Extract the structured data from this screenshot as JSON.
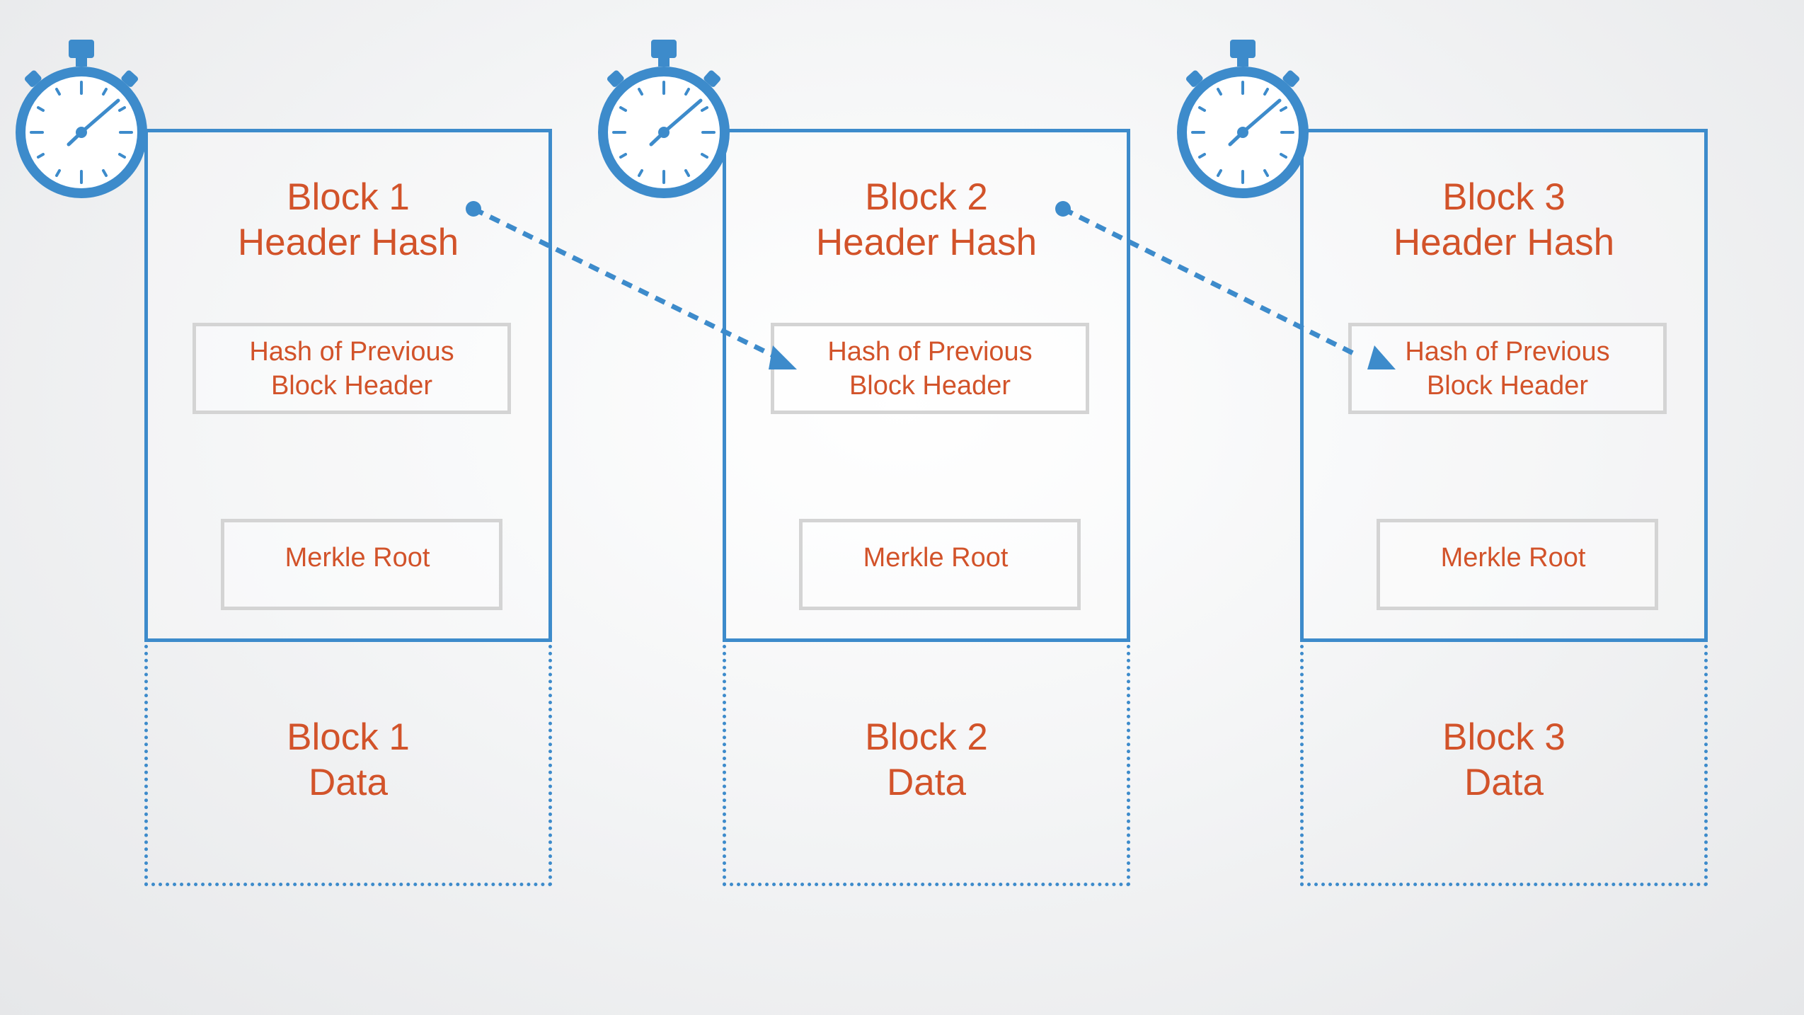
{
  "colors": {
    "blue": "#3d8bcb",
    "orange": "#d2532a",
    "gray_border": "#d4d4d4"
  },
  "blocks": [
    {
      "header_title": "Block 1\nHeader Hash",
      "prev_hash_label": "Hash of Previous\nBlock Header",
      "merkle_label": "Merkle Root",
      "data_title": "Block 1\nData",
      "icon": "stopwatch-icon"
    },
    {
      "header_title": "Block 2\nHeader Hash",
      "prev_hash_label": "Hash of Previous\nBlock Header",
      "merkle_label": "Merkle Root",
      "data_title": "Block 2\nData",
      "icon": "stopwatch-icon"
    },
    {
      "header_title": "Block 3\nHeader Hash",
      "prev_hash_label": "Hash of Previous\nBlock Header",
      "merkle_label": "Merkle Root",
      "data_title": "Block 3\nData",
      "icon": "stopwatch-icon"
    }
  ],
  "links": [
    {
      "from": "block-1-header-hash",
      "to": "block-2-prev-hash",
      "style": "dashed-arrow"
    },
    {
      "from": "block-2-header-hash",
      "to": "block-3-prev-hash",
      "style": "dashed-arrow"
    }
  ]
}
